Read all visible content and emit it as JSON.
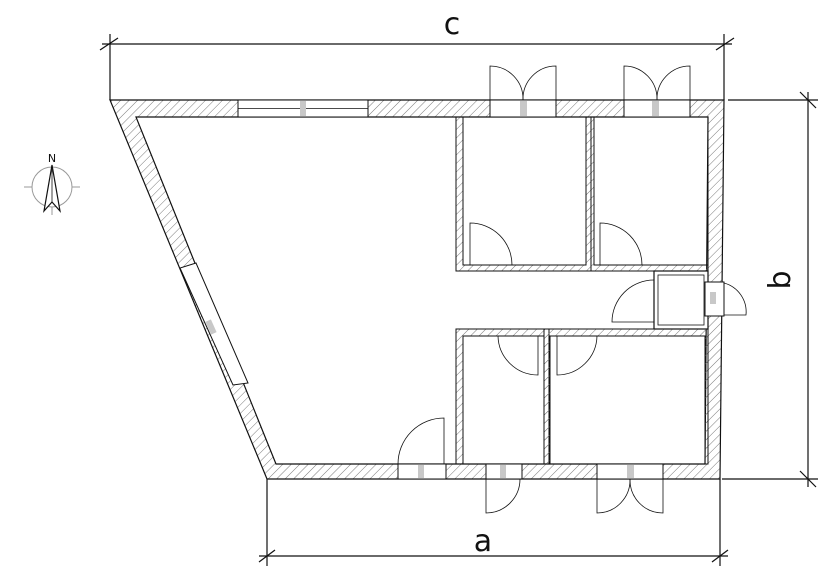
{
  "diagram": {
    "dimension_labels": {
      "top": "c",
      "right": "b",
      "bottom": "a"
    },
    "compass": {
      "north_label": "N"
    },
    "colors": {
      "line": "#111111",
      "hatch": "#7a7a7a",
      "glass_mark": "#c8c8c8"
    }
  }
}
